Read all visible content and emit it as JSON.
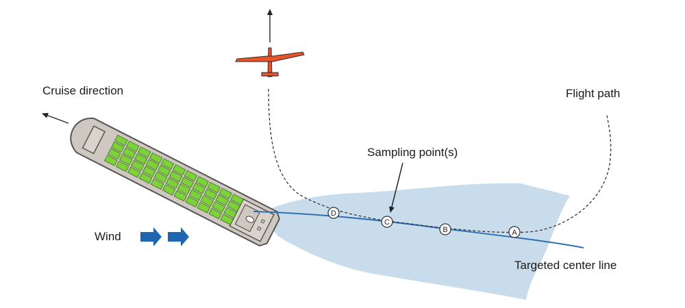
{
  "labels": {
    "cruise_direction": "Cruise direction",
    "flight_path": "Flight path",
    "sampling_points": "Sampling point(s)",
    "wind": "Wind",
    "targeted_center_line": "Targeted center line"
  },
  "sampling_points": [
    {
      "id": "D"
    },
    {
      "id": "C"
    },
    {
      "id": "B"
    },
    {
      "id": "A"
    }
  ],
  "colors": {
    "plume": "#c9dcec",
    "center_line": "#2e6fb5",
    "wind_arrow": "#1f66b0",
    "aircraft": "#e8542a",
    "ship_hull": "#cfc8c0",
    "ship_outline": "#555555",
    "containers": "#7dd23a",
    "flight_path": "#333333"
  },
  "icons": {
    "aircraft": "aircraft-icon",
    "ship": "ship-icon",
    "wind": "wind-arrow-icon"
  }
}
